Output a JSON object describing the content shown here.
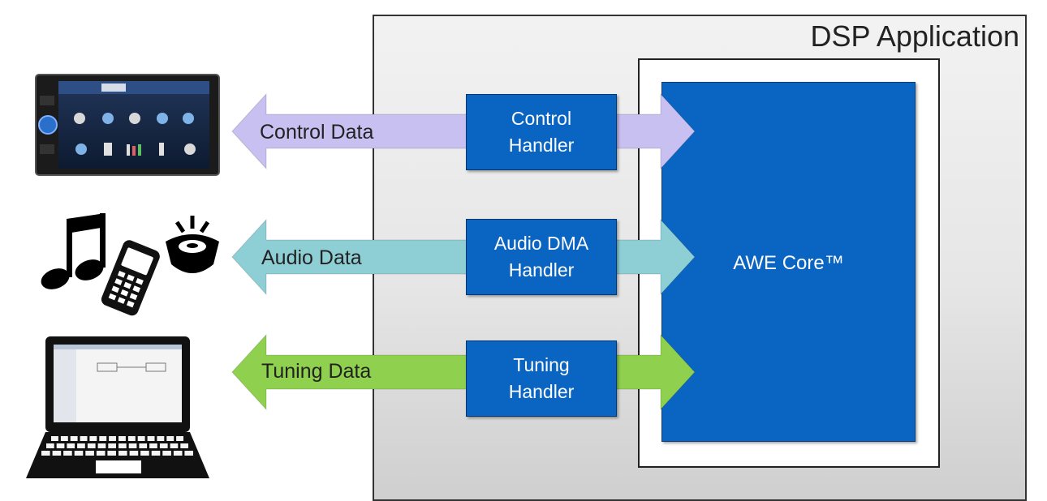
{
  "app": {
    "title": "DSP Application",
    "core_label": "AWE Core™"
  },
  "flows": [
    {
      "id": "control",
      "label": "Control Data",
      "color": "#c8c0f0",
      "handler_lines": [
        "Control",
        "Handler"
      ]
    },
    {
      "id": "audio",
      "label": "Audio Data",
      "color": "#8ecfd6",
      "handler_lines": [
        "Audio DMA",
        "Handler"
      ]
    },
    {
      "id": "tuning",
      "label": "Tuning Data",
      "color": "#8fd14f",
      "handler_lines": [
        "Tuning",
        "Handler"
      ]
    }
  ],
  "colors": {
    "handler_fill": "#0a64c2",
    "frame": "#222222"
  },
  "icons": [
    "car-head-unit-icon",
    "music-note-icon",
    "mobile-phone-icon",
    "speaker-icon",
    "laptop-icon"
  ]
}
